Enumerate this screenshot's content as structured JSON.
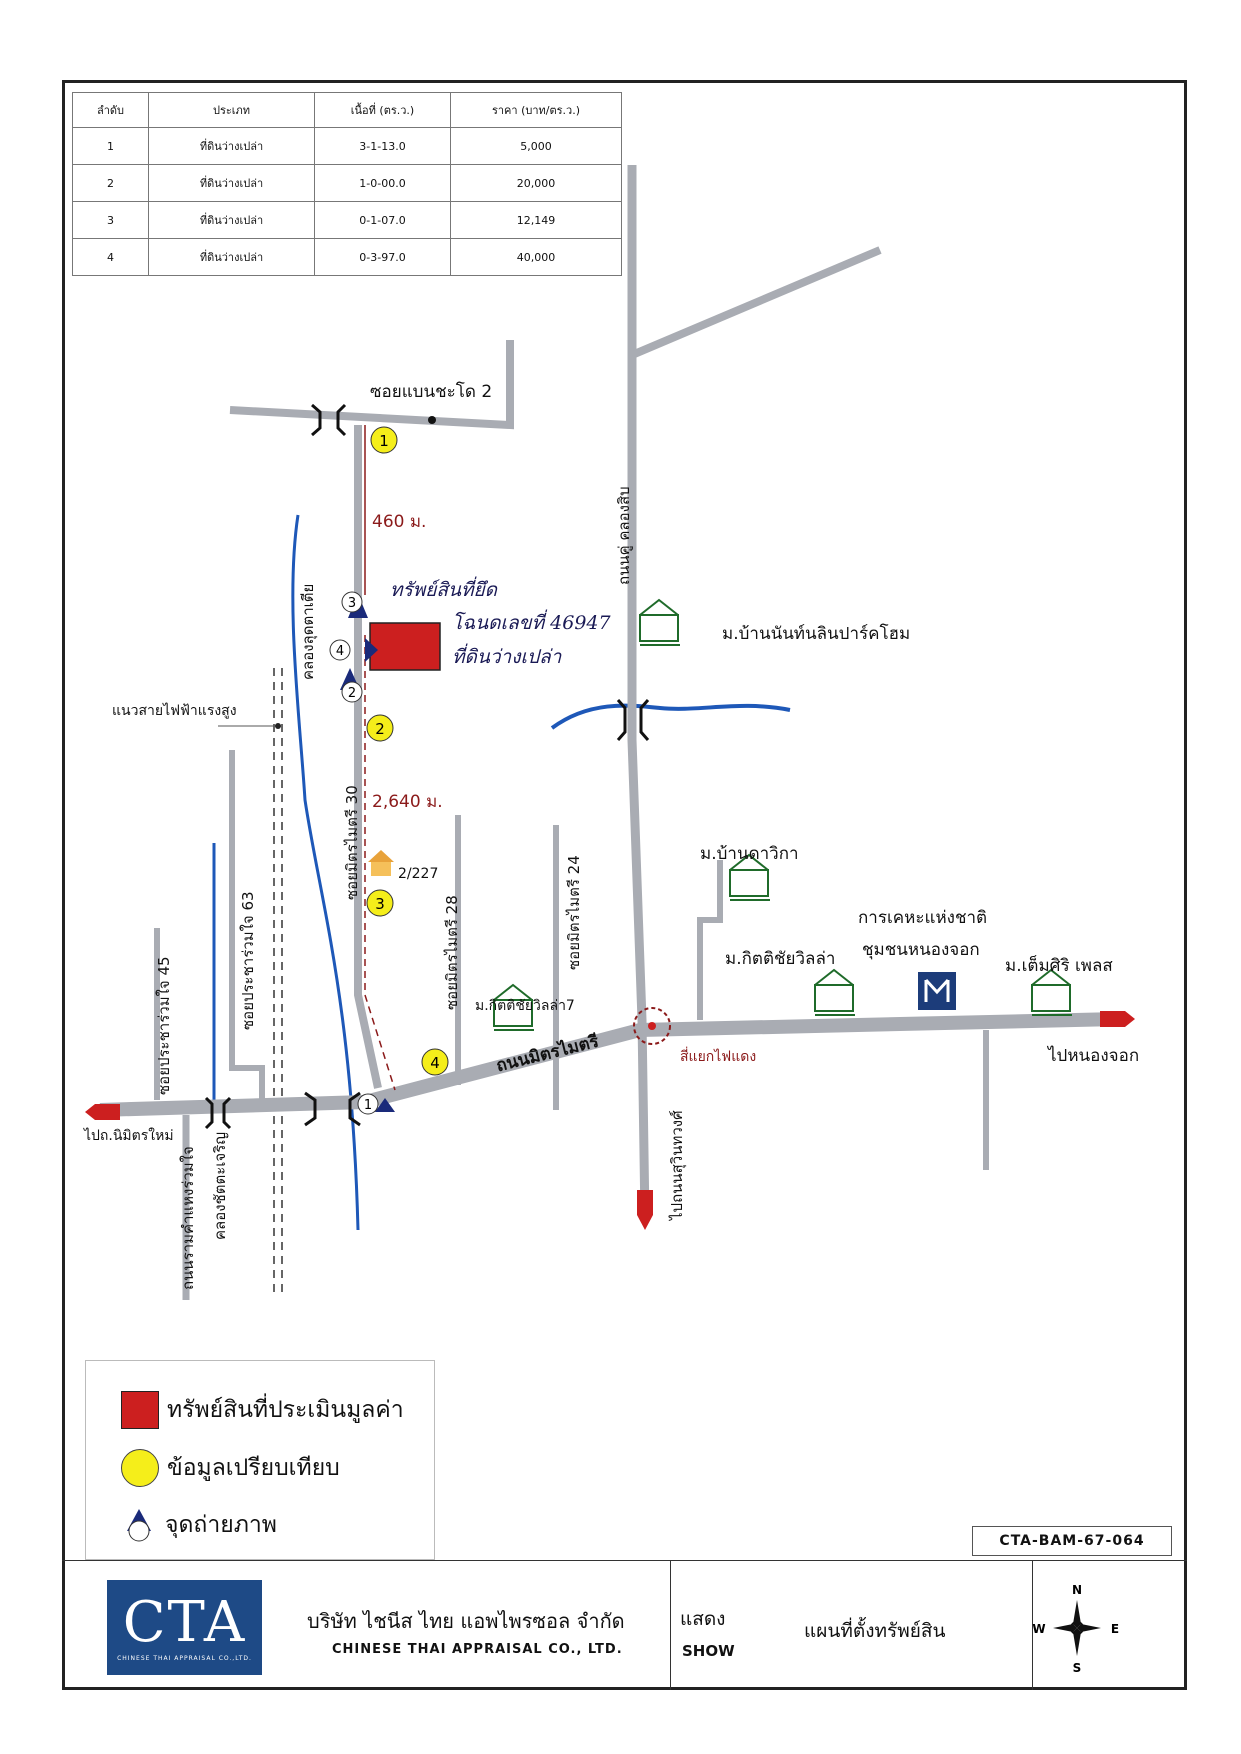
{
  "table": {
    "headers": [
      "ลำดับ",
      "ประเภท",
      "เนื้อที่ (ตร.ว.)",
      "ราคา (บาท/ตร.ว.)"
    ],
    "rows": [
      [
        "1",
        "ที่ดินว่างเปล่า",
        "3-1-13.0",
        "5,000"
      ],
      [
        "2",
        "ที่ดินว่างเปล่า",
        "1-0-00.0",
        "20,000"
      ],
      [
        "3",
        "ที่ดินว่างเปล่า",
        "0-1-07.0",
        "12,149"
      ],
      [
        "4",
        "ที่ดินว่างเปล่า",
        "0-3-97.0",
        "40,000"
      ]
    ]
  },
  "map": {
    "soi_baen_chado": "ซอยแบนชะโด 2",
    "distance_1": "460 ม.",
    "distance_2": "2,640 ม.",
    "house_no": "2/227",
    "handwritten_1": "ทรัพย์สินที่ยึด",
    "handwritten_2": "โฉนดเลขที่ 46947",
    "handwritten_3": "ที่ดินว่างเปล่า",
    "power_line": "แนวสายไฟฟ้าแรงสูง",
    "canal_khlong": "คลองลุดตาเตีย",
    "soi_mitmaitri_30": "ซอยมิตรไมตรี 30",
    "soi_mitmaitri_28": "ซอยมิตรไมตรี 28",
    "soi_mitmaitri_24": "ซอยมิตรไมตรี 24",
    "soi_pracharuamjai_63": "ซอยประชาร่วมใจ 63",
    "soi_pracharuamjai_45": "ซอยประชาร่วมใจ 45",
    "road_mitmaitri": "ถนนมิตรไมตรี",
    "road_kudeu": "ถนนคู่ คลองสิบ",
    "road_ramkhamhaeng": "ถนนรามคำแหงร่วมใจ",
    "canal_saen_saep": "คลองชัตตะเจริญ",
    "to_nimit_mai": "ไปถ.นิมิตรใหม่",
    "to_nong_chok": "ไปหนองจอก",
    "to_suwinthawong": "ไปถนนสุวินทวงศ์",
    "traffic_light": "สี่แยกไฟแดง",
    "village_bannanthanalin": "ม.บ้านนันท์นลินปาร์คโฮม",
    "village_bandavika": "ม.บ้านดาวิกา",
    "village_kittichai_1": "ม.กิตติชัยวิลล่า",
    "village_kittichai_7": "ม.กิตติชัยวิลล่า7",
    "village_temsiri": "ม.เต็มศิริ เพลส",
    "housing_authority_1": "การเคหะแห่งชาติ",
    "housing_authority_2": "ชุมชนหนองจอก",
    "markers": {
      "c1": "1",
      "c2": "2",
      "c3": "3",
      "c4": "4",
      "p1": "1",
      "p2": "2",
      "p3": "3",
      "p4": "4"
    }
  },
  "legend": {
    "subject": "ทรัพย์สินที่ประเมินมูลค่า",
    "comparable": "ข้อมูลเปรียบเทียบ",
    "photo_point": "จุดถ่ายภาพ"
  },
  "doc_code": "CTA-BAM-67-064",
  "title_block": {
    "logo_text": "CTA",
    "logo_sub": "CHINESE THAI APPRAISAL CO.,LTD.",
    "company_th": "บริษัท ไชนีส ไทย แอพไพรซอล จำกัด",
    "company_en": "CHINESE THAI APPRAISAL CO., LTD.",
    "show_th": "แสดง",
    "show_en": "SHOW",
    "description": "แผนที่ตั้งทรัพย์สิน",
    "compass": {
      "n": "N",
      "s": "S",
      "e": "E",
      "w": "W"
    }
  },
  "colors": {
    "road": "#a9acb3",
    "road_edge": "#7d8088",
    "subject": "#cc1f1f",
    "comparable": "#f5ee1a",
    "water": "#1e58b8",
    "arrow": "#cc1f1f",
    "photo_marker": "#1a2a7a"
  }
}
